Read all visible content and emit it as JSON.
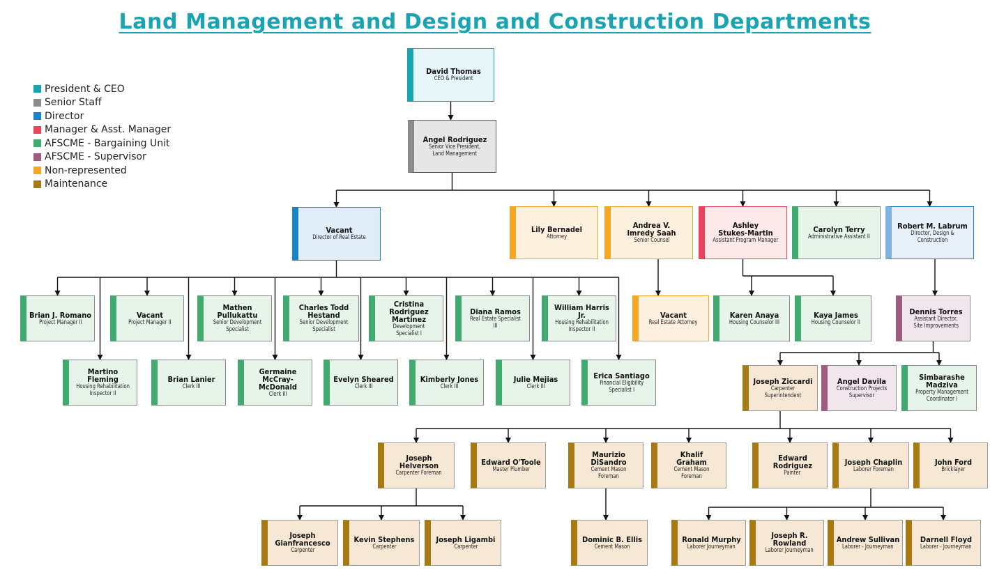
{
  "title": "Land Management and Design and Construction Departments",
  "legend": [
    {
      "label": "President & CEO",
      "color": "#1aa3b1"
    },
    {
      "label": "Senior Staff",
      "color": "#8c8c8c"
    },
    {
      "label": "Director",
      "color": "#1a82c6"
    },
    {
      "label": "Manager & Asst. Manager",
      "color": "#e8455c"
    },
    {
      "label": "AFSCME - Bargaining Unit",
      "color": "#41aa6e"
    },
    {
      "label": "AFSCME - Supervisor",
      "color": "#9e5c7e"
    },
    {
      "label": "Non-represented",
      "color": "#f5a623"
    },
    {
      "label": "Maintenance",
      "color": "#a87a14"
    }
  ],
  "palette": {
    "ceo": {
      "bar": "#1aa3b1",
      "fill": "#e6f6f9",
      "border": "#1aa3b1"
    },
    "senior": {
      "bar": "#8c8c8c",
      "fill": "#e6e6e6",
      "border": "#555555"
    },
    "director": {
      "bar": "#1a82c6",
      "fill": "#e0ecf8",
      "border": "#1a82c6"
    },
    "director_light": {
      "bar": "#7fb3de",
      "fill": "#e8f1fa",
      "border": "#1a82c6"
    },
    "manager": {
      "bar": "#e8455c",
      "fill": "#fde8ea",
      "border": "#e8455c"
    },
    "afscme": {
      "bar": "#41aa6e",
      "fill": "#e6f4ea",
      "border": "#888888"
    },
    "supervisor": {
      "bar": "#9e5c7e",
      "fill": "#f0e6ec",
      "border": "#888888"
    },
    "nonrep": {
      "bar": "#f5a623",
      "fill": "#fef0de",
      "border": "#f5a623"
    },
    "maint": {
      "bar": "#a87a14",
      "fill": "#f6e8d4",
      "border": "#999999"
    }
  },
  "nodes": [
    {
      "id": "n1",
      "name": "David Thomas",
      "title": "CEO & President",
      "category": "ceo"
    },
    {
      "id": "n2",
      "name": "Angel Rodriguez",
      "title": "Senior Vice President,\nLand Management",
      "category": "senior"
    },
    {
      "id": "n3",
      "name": "Vacant",
      "title": "Director of Real Estate",
      "category": "director"
    },
    {
      "id": "n4",
      "name": "Lily Bernadel",
      "title": "Attorney",
      "category": "nonrep"
    },
    {
      "id": "n5",
      "name": "Andrea V.\nImredy Saah",
      "title": "Senior Counsel",
      "category": "nonrep"
    },
    {
      "id": "n6",
      "name": "Ashley\nStukes-Martin",
      "title": "Assistant Program Manager",
      "category": "manager"
    },
    {
      "id": "n7",
      "name": "Carolyn Terry",
      "title": "Administrative Assistant II",
      "category": "afscme"
    },
    {
      "id": "n8",
      "name": "Robert M. Labrum",
      "title": "Director, Design &\nConstruction",
      "category": "director_light"
    },
    {
      "id": "n9",
      "name": "Brian J. Romano",
      "title": "Project Manager II",
      "category": "afscme"
    },
    {
      "id": "n10",
      "name": "Vacant",
      "title": "Project Manager II",
      "category": "afscme"
    },
    {
      "id": "n11",
      "name": "Mathen\nPullukattu",
      "title": "Senior Development\nSpecialist",
      "category": "afscme"
    },
    {
      "id": "n12",
      "name": "Charles Todd\nHestand",
      "title": "Senior Development\nSpecialist",
      "category": "afscme"
    },
    {
      "id": "n13",
      "name": "Cristina Rodriguez\nMartinez",
      "title": "Development Specialist I",
      "category": "afscme"
    },
    {
      "id": "n14",
      "name": "Diana Ramos",
      "title": "Real Estate Specialist III",
      "category": "afscme"
    },
    {
      "id": "n15",
      "name": "William Harris Jr.",
      "title": "Housing Rehabilitation\nInspector II",
      "category": "afscme"
    },
    {
      "id": "n16",
      "name": "Martino Fleming",
      "title": "Housing Rehabilitation\nInspector II",
      "category": "afscme"
    },
    {
      "id": "n17",
      "name": "Brian Lanier",
      "title": "Clerk III",
      "category": "afscme"
    },
    {
      "id": "n18",
      "name": "Germaine\nMcCray-McDonald",
      "title": "Clerk III",
      "category": "afscme"
    },
    {
      "id": "n19",
      "name": "Evelyn Sheared",
      "title": "Clerk III",
      "category": "afscme"
    },
    {
      "id": "n20",
      "name": "Kimberly Jones",
      "title": "Clerk III",
      "category": "afscme"
    },
    {
      "id": "n21",
      "name": "Julie Mejias",
      "title": "Clerk III",
      "category": "afscme"
    },
    {
      "id": "n22",
      "name": "Erica Santiago",
      "title": "Financial Eligibility\nSpecialist I",
      "category": "afscme"
    },
    {
      "id": "n23",
      "name": "Vacant",
      "title": "Real Estate Attorney",
      "category": "nonrep"
    },
    {
      "id": "n24",
      "name": "Karen Anaya",
      "title": "Housing Counselor III",
      "category": "afscme"
    },
    {
      "id": "n25",
      "name": "Kaya James",
      "title": "Housing Counselor II",
      "category": "afscme"
    },
    {
      "id": "n26",
      "name": "Dennis Torres",
      "title": "Assistant Director,\nSite Improvements",
      "category": "supervisor"
    },
    {
      "id": "n27",
      "name": "Joseph Ziccardi",
      "title": "Carpenter\nSuperintendent",
      "category": "maint"
    },
    {
      "id": "n28",
      "name": "Angel Davila",
      "title": "Construction Projects\nSupervisor",
      "category": "supervisor"
    },
    {
      "id": "n29",
      "name": "Simbarashe\nMadziva",
      "title": "Property Management\nCoordinator I",
      "category": "afscme"
    },
    {
      "id": "n30",
      "name": "Joseph Helverson",
      "title": "Carpenter Foreman",
      "category": "maint"
    },
    {
      "id": "n31",
      "name": "Edward O'Toole",
      "title": "Master Plumber",
      "category": "maint"
    },
    {
      "id": "n32",
      "name": "Maurizio\nDiSandro",
      "title": "Cement Mason Foreman",
      "category": "maint"
    },
    {
      "id": "n33",
      "name": "Khalif\nGraham",
      "title": "Cement Mason Foreman",
      "category": "maint"
    },
    {
      "id": "n34",
      "name": "Edward\nRodriguez",
      "title": "Painter",
      "category": "maint"
    },
    {
      "id": "n35",
      "name": "Joseph Chaplin",
      "title": "Laborer Foreman",
      "category": "maint"
    },
    {
      "id": "n36",
      "name": "John Ford",
      "title": "Bricklayer",
      "category": "maint"
    },
    {
      "id": "n37",
      "name": "Joseph\nGianfrancesco",
      "title": "Carpenter",
      "category": "maint"
    },
    {
      "id": "n38",
      "name": "Kevin Stephens",
      "title": "Carpenter",
      "category": "maint"
    },
    {
      "id": "n39",
      "name": "Joseph Ligambi",
      "title": "Carpenter",
      "category": "maint"
    },
    {
      "id": "n40",
      "name": "Dominic B. Ellis",
      "title": "Cement Mason",
      "category": "maint"
    },
    {
      "id": "n41",
      "name": "Ronald Murphy",
      "title": "Laborer Journeyman",
      "category": "maint"
    },
    {
      "id": "n42",
      "name": "Joseph R. Rowland",
      "title": "Laborer Journeyman",
      "category": "maint"
    },
    {
      "id": "n43",
      "name": "Andrew Sullivan",
      "title": "Laborer - Journeyman",
      "category": "maint"
    },
    {
      "id": "n44",
      "name": "Darnell Floyd",
      "title": "Laborer - Journeyman",
      "category": "maint"
    }
  ],
  "edges": [
    {
      "from": "n1",
      "to": "n2"
    },
    {
      "from": "n2",
      "to": "n3"
    },
    {
      "from": "n2",
      "to": "n4"
    },
    {
      "from": "n2",
      "to": "n5"
    },
    {
      "from": "n2",
      "to": "n6"
    },
    {
      "from": "n2",
      "to": "n7"
    },
    {
      "from": "n2",
      "to": "n8"
    },
    {
      "from": "n3",
      "to": "n9"
    },
    {
      "from": "n3",
      "to": "n10"
    },
    {
      "from": "n3",
      "to": "n11"
    },
    {
      "from": "n3",
      "to": "n12"
    },
    {
      "from": "n3",
      "to": "n13"
    },
    {
      "from": "n3",
      "to": "n14"
    },
    {
      "from": "n3",
      "to": "n15"
    },
    {
      "from": "n3",
      "to": "n16"
    },
    {
      "from": "n3",
      "to": "n17"
    },
    {
      "from": "n3",
      "to": "n18"
    },
    {
      "from": "n3",
      "to": "n19"
    },
    {
      "from": "n3",
      "to": "n20"
    },
    {
      "from": "n3",
      "to": "n21"
    },
    {
      "from": "n3",
      "to": "n22"
    },
    {
      "from": "n5",
      "to": "n23"
    },
    {
      "from": "n6",
      "to": "n24"
    },
    {
      "from": "n6",
      "to": "n25"
    },
    {
      "from": "n8",
      "to": "n26"
    },
    {
      "from": "n26",
      "to": "n27"
    },
    {
      "from": "n26",
      "to": "n28"
    },
    {
      "from": "n26",
      "to": "n29"
    },
    {
      "from": "n27",
      "to": "n30"
    },
    {
      "from": "n27",
      "to": "n31"
    },
    {
      "from": "n27",
      "to": "n32"
    },
    {
      "from": "n27",
      "to": "n33"
    },
    {
      "from": "n27",
      "to": "n34"
    },
    {
      "from": "n27",
      "to": "n35"
    },
    {
      "from": "n27",
      "to": "n36"
    },
    {
      "from": "n30",
      "to": "n37"
    },
    {
      "from": "n30",
      "to": "n38"
    },
    {
      "from": "n30",
      "to": "n39"
    },
    {
      "from": "n32",
      "to": "n40"
    },
    {
      "from": "n35",
      "to": "n41"
    },
    {
      "from": "n35",
      "to": "n42"
    },
    {
      "from": "n35",
      "to": "n43"
    },
    {
      "from": "n35",
      "to": "n44"
    }
  ]
}
